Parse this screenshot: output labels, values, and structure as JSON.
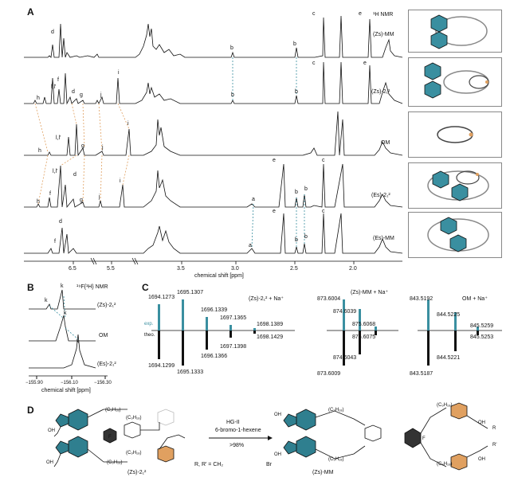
{
  "panels": {
    "A": "A",
    "B": "B",
    "C": "C",
    "D": "D"
  },
  "panelA": {
    "nmr_title": "¹H NMR",
    "traces": [
      {
        "label": "(Zs)-MM"
      },
      {
        "label": "(Zs)-2₁²"
      },
      {
        "label": "OM"
      },
      {
        "label": "(Es)-2₁²"
      },
      {
        "label": "(Es)-MM"
      }
    ],
    "peak_labels": {
      "t1": [
        "d",
        "b",
        "b",
        "c",
        "e"
      ],
      "t2": [
        "h",
        "l,l'",
        "f",
        "d",
        "g",
        "j",
        "i",
        "b",
        "b",
        "c",
        "e"
      ],
      "t3": [
        "h",
        "l,l'",
        "g",
        "j",
        "i"
      ],
      "t4": [
        "h",
        "l,l'",
        "f",
        "d",
        "g",
        "j",
        "i",
        "a",
        "e",
        "b",
        "b",
        "c"
      ],
      "t5": [
        "d",
        "f",
        "a",
        "e",
        "b",
        "b",
        "c"
      ]
    },
    "axis_ticks": [
      "6.5",
      "5.5",
      "3.5",
      "3.0",
      "2.5",
      "2.0"
    ],
    "axis_label": "chemical shift [ppm]"
  },
  "panelB": {
    "title": "¹⁹F{¹H} NMR",
    "traces": [
      "(Zs)-2₁²",
      "OM",
      "(Es)-2₁²"
    ],
    "peak_labels": [
      "k",
      "k",
      "k",
      "k"
    ],
    "ticks": [
      "−155.90",
      "−156.10",
      "−156.30"
    ],
    "axis_label": "chemical shift [ppm]"
  },
  "panelC": {
    "row_labels": {
      "exp": "exp.",
      "theo": "theo."
    },
    "groups": [
      {
        "title": "(Zs)-2₁² + Na⁺",
        "exp_labels": [
          "1694.1273",
          "1695.1307",
          "1696.1339",
          "1697.1365",
          "1698.1389"
        ],
        "theo_labels": [
          "1694.1299",
          "1695.1333",
          "1696.1366",
          "1697.1398",
          "1698.1429"
        ]
      },
      {
        "title": "(Zs)-MM + Na⁺",
        "exp_labels": [
          "873.6004",
          "874.6039",
          "875.6068"
        ],
        "theo_labels": [
          "873.6009",
          "874.6043",
          "875.6075"
        ]
      },
      {
        "title": "OM + Na⁺",
        "exp_labels": [
          "843.5192",
          "844.5225",
          "845.5259"
        ],
        "theo_labels": [
          "843.5187",
          "844.5221",
          "845.5253"
        ]
      }
    ]
  },
  "panelD": {
    "reagent1": "HG-II",
    "reagent2": "6-bromo-1-hexene",
    "yield": ">98%",
    "r_def_prefix": "R, R' = CH₂",
    "r_def_br": "Br",
    "start_label": "(Zs)-2₁²",
    "product_label": "(Zs)-MM",
    "chain_labels": [
      "(C₉H₁₈)",
      "(C₉H₁₈)",
      "(C₉H₁₈)",
      "(C₉H₁₈)",
      "(C₉H₁₈)",
      "(C₉H₁₈)",
      "(C₉H₁₈)",
      "(C₉H₁₈)"
    ],
    "substituent_labels": {
      "oh": "OH",
      "f": "F",
      "r": "R",
      "rp": "R'"
    }
  },
  "colors": {
    "teal": "#3a8fa0",
    "orange": "#e0a060",
    "trace": "#111111",
    "box": "#888888"
  }
}
